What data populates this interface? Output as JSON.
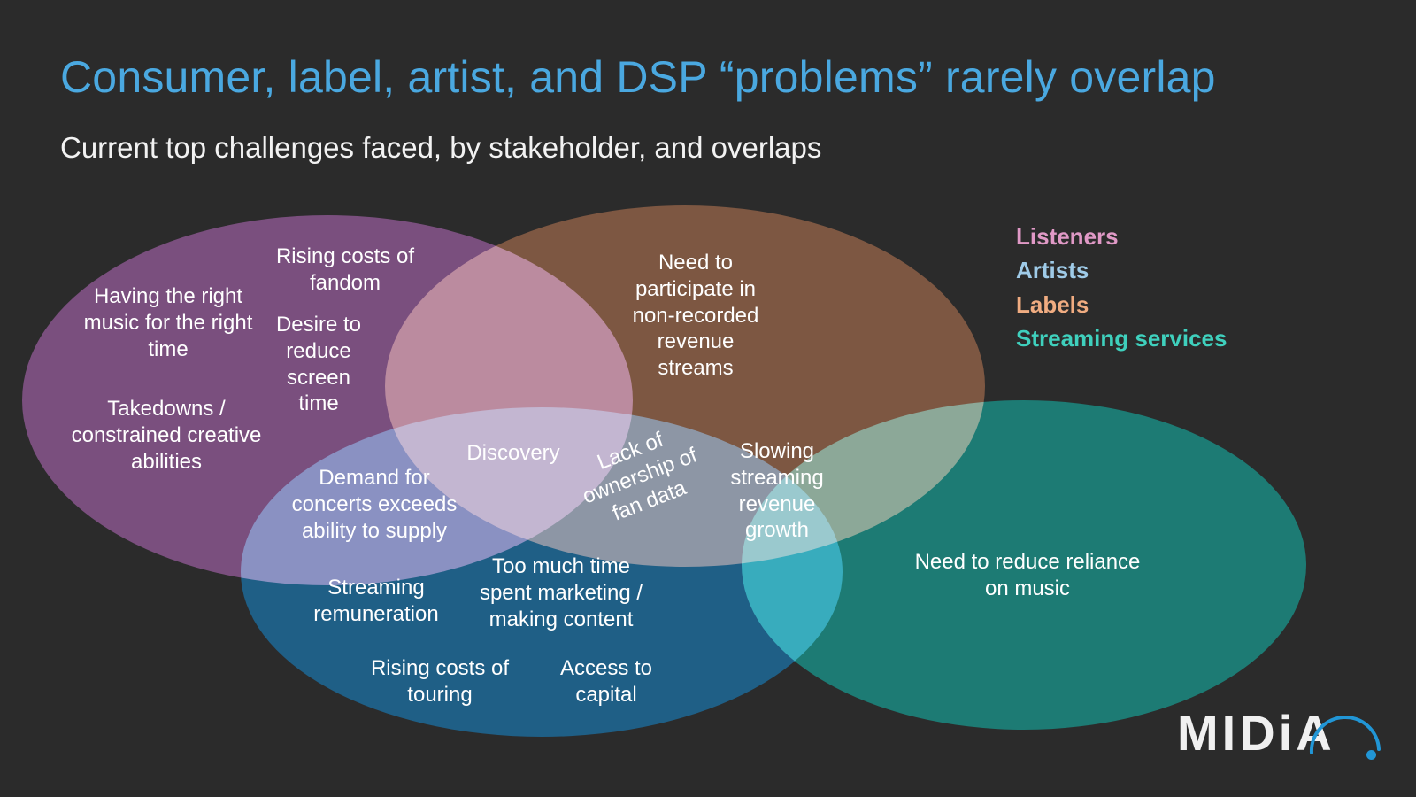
{
  "header": {
    "title": "Consumer, label, artist, and DSP “problems” rarely overlap",
    "subtitle": "Current top challenges faced, by stakeholder, and overlaps",
    "title_color": "#4aa8e0",
    "subtitle_color": "#f2f2f2",
    "background_color": "#2b2b2b"
  },
  "legend": {
    "items": [
      {
        "label": "Listeners",
        "color": "#e099c6"
      },
      {
        "label": "Artists",
        "color": "#9fcbe8"
      },
      {
        "label": "Labels",
        "color": "#f0ac81"
      },
      {
        "label": "Streaming services",
        "color": "#3fd0bd"
      }
    ]
  },
  "venn": {
    "sets": [
      {
        "key": "listeners",
        "name": "Listeners",
        "fill": "#b07bb0"
      },
      {
        "key": "labels",
        "name": "Labels",
        "fill": "#b4866d"
      },
      {
        "key": "artists",
        "name": "Artists",
        "fill": "#3a8cb5"
      },
      {
        "key": "streaming",
        "name": "Streaming services",
        "fill": "#3caaa7"
      }
    ],
    "overlap_colors": {
      "listeners_labels": "#dc9bc8",
      "listeners_artists": "#6fa8d8",
      "labels_artists": "#7fb0cf",
      "labels_streaming": "#bda78a",
      "artists_streaming": "#3ca9db"
    },
    "labels": {
      "music_right_time": "Having the right music for the right time",
      "rising_costs_fandom": "Rising costs of fandom",
      "desire_reduce_screen": "Desire to reduce screen time",
      "takedowns": "Takedowns / constrained creative abilities",
      "non_recorded_revenue": "Need to participate in non-recorded revenue streams",
      "discovery": "Discovery",
      "demand_concerts": "Demand for concerts exceeds ability to supply",
      "fan_data": "Lack of ownership of fan data",
      "slowing_streaming": "Slowing streaming revenue growth",
      "streaming_remuneration": "Streaming remuneration",
      "too_much_time": "Too much time spent marketing / making content",
      "rising_costs_touring": "Rising costs of touring",
      "access_capital": "Access to capital",
      "reduce_reliance": "Need to reduce reliance on music"
    }
  },
  "logo": {
    "text_main": "MID",
    "text_i": "i",
    "text_a": "A",
    "text_dot": ".",
    "accent_color": "#2196d6",
    "word_color": "#f0f0f0"
  }
}
